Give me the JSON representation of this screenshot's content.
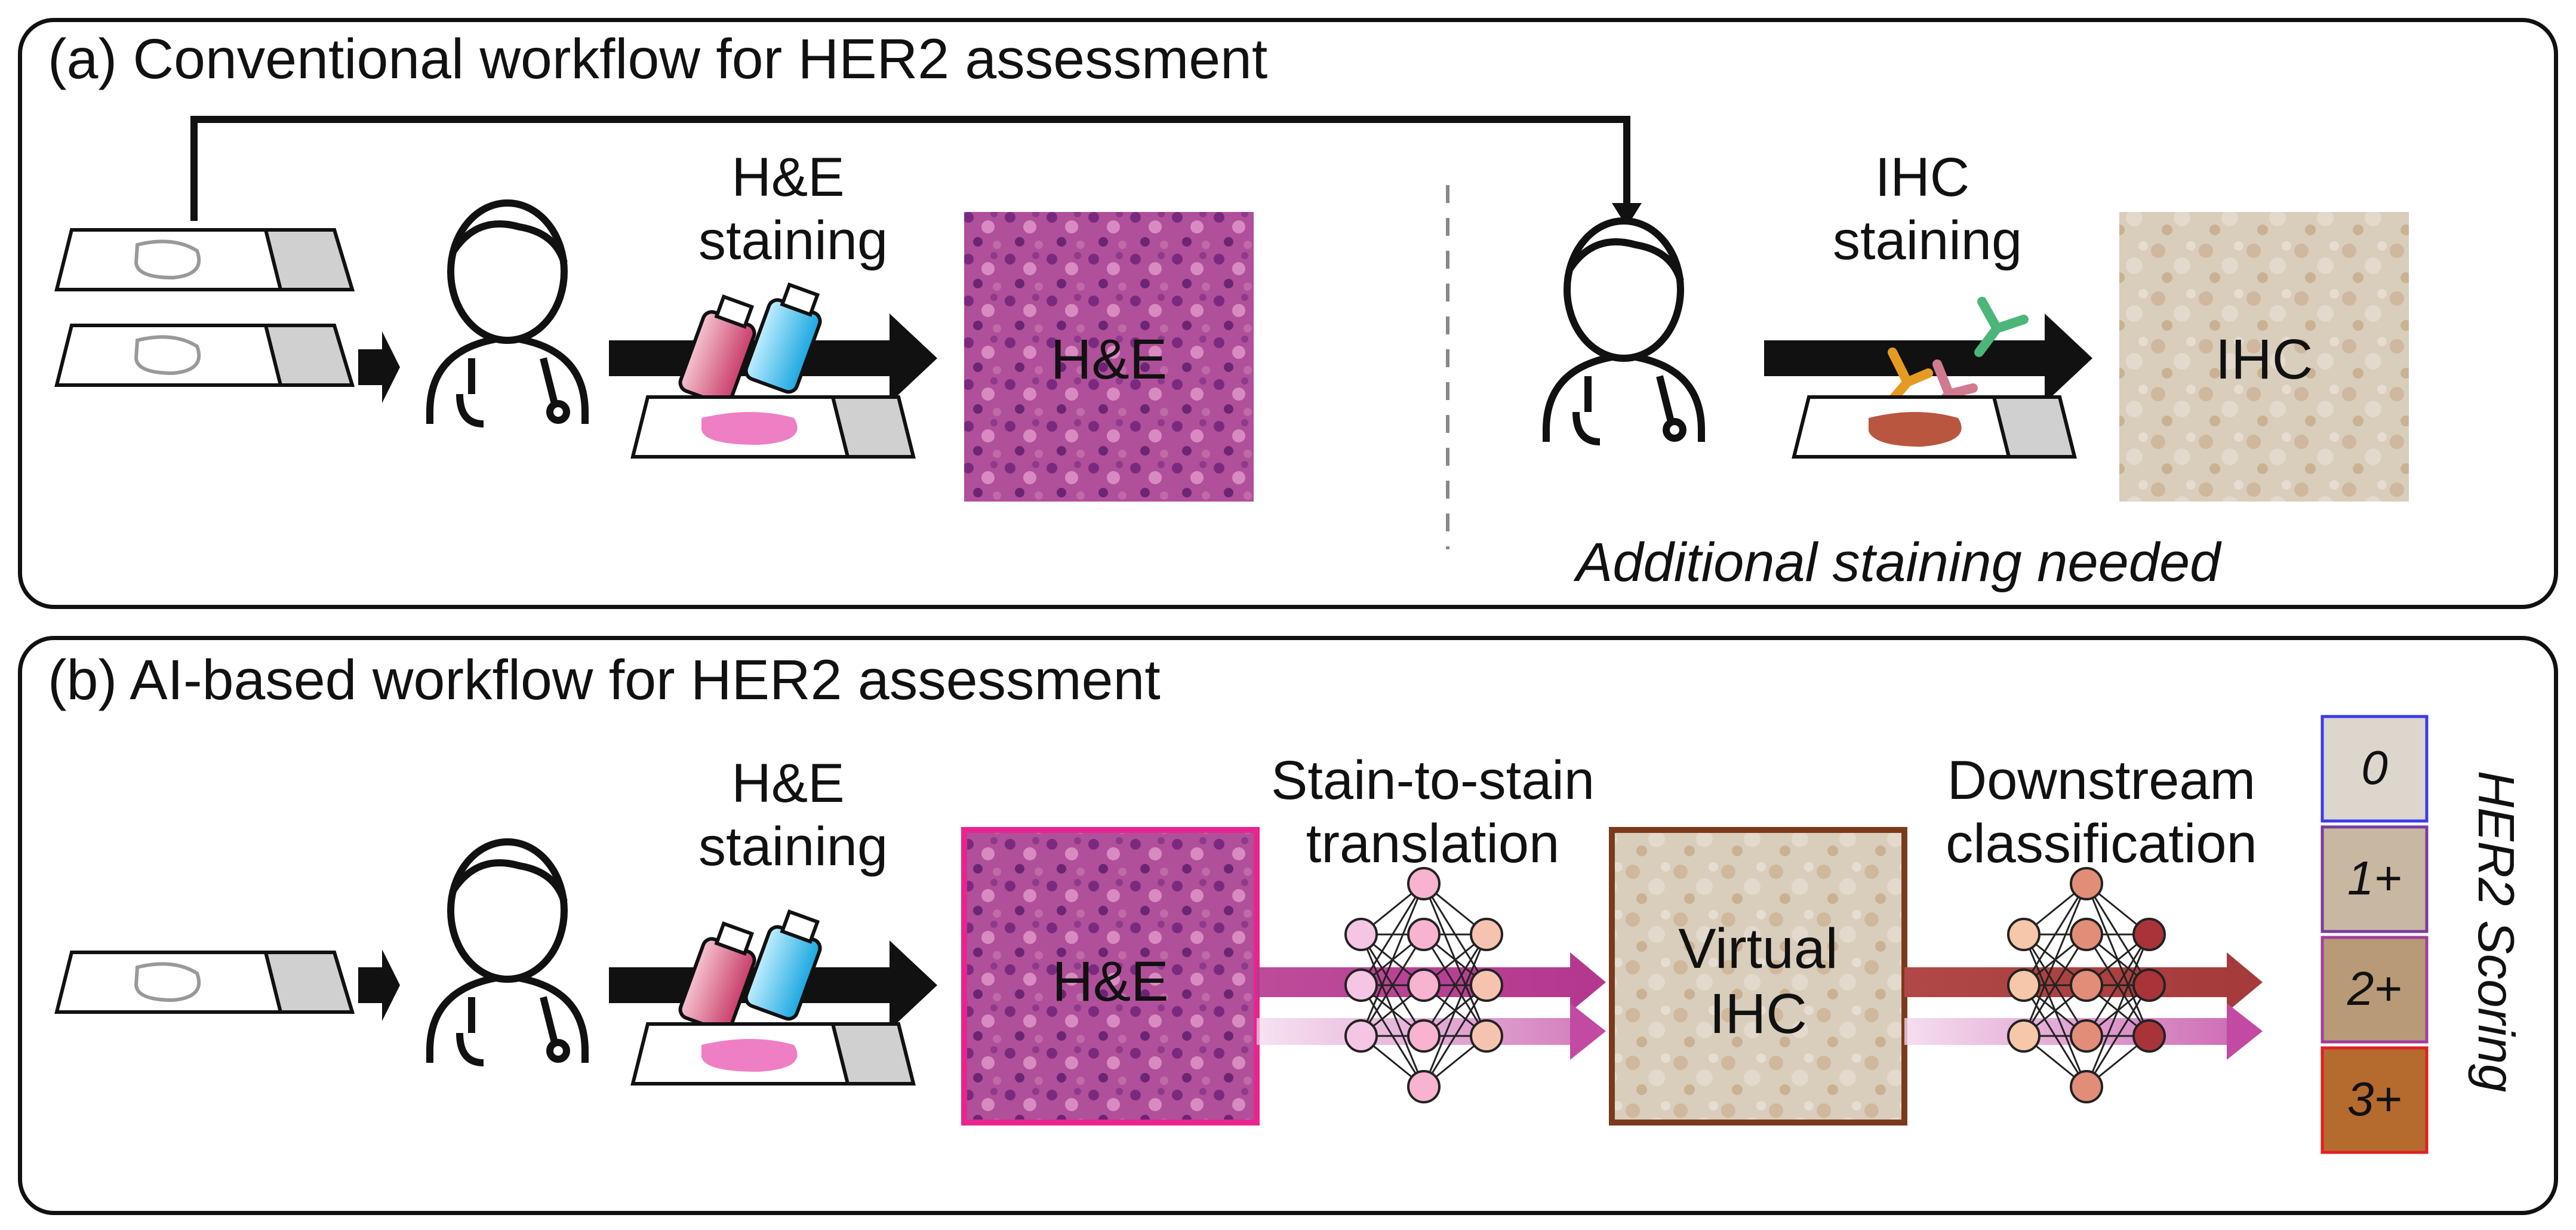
{
  "panel_a": {
    "title": "(a)   Conventional workflow for HER2 assessment",
    "he_step_label": "H&E\nstaining",
    "he_image_label": "H&E",
    "ihc_step_label": "IHC\nstaining",
    "ihc_image_label": "IHC",
    "note": "Additional staining needed"
  },
  "panel_b": {
    "title": "(b)   AI-based workflow for HER2 assessment",
    "he_step_label": "H&E\nstaining",
    "he_image_label": "H&E",
    "translation_label": "Stain-to-stain\ntranslation",
    "virtual_label": "Virtual\nIHC",
    "classification_label": "Downstream\nclassification",
    "scores": [
      "0",
      "1+",
      "2+",
      "3+"
    ],
    "scoring_label": "HER2 Scoring"
  },
  "colors": {
    "he_tissue": "#b04f9a",
    "ihc_tissue": "#d8cbb8",
    "he_border": "#e8258f",
    "virtual_border": "#7a3b1c",
    "magenta_arrow": "#b5388f",
    "brown_arrow": "#a63b3b"
  }
}
